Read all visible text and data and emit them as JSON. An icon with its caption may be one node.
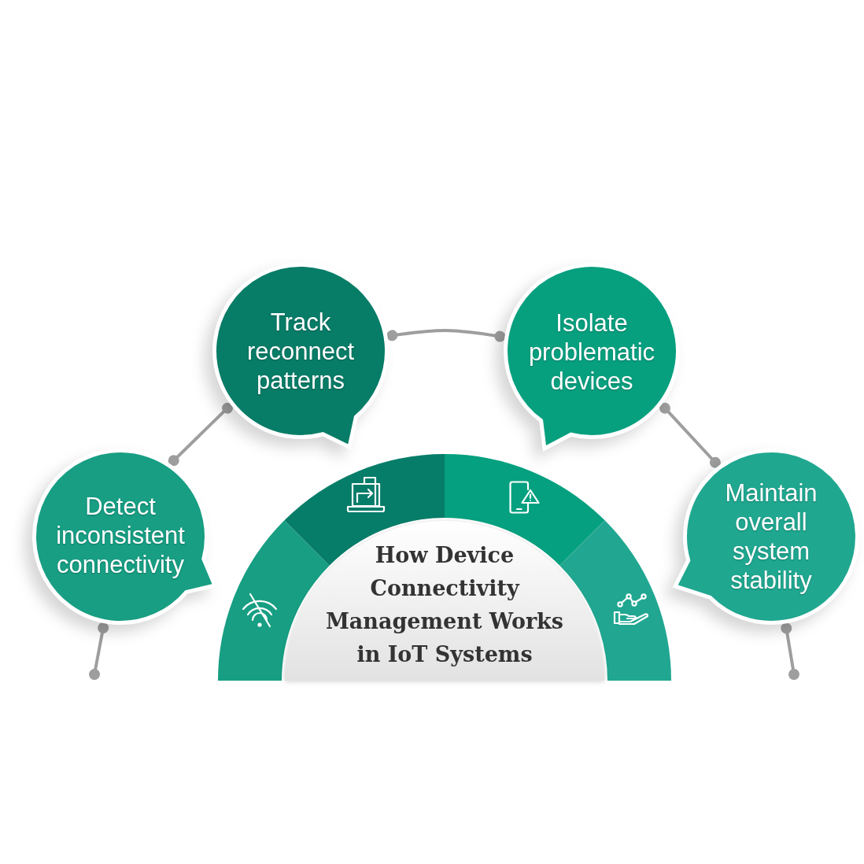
{
  "diagram": {
    "nodes": [
      {
        "text": [
          "How Device Connectivity Management Works in IoT Systems"
        ]
      },
      {
        "text": [
          "Detect inconsistent connectivity"
        ]
      },
      {
        "text": [
          "Track reconnect patterns"
        ]
      },
      {
        "text": [
          "Isolate problematic devices"
        ]
      },
      {
        "text": [
          "Maintain overall system stability"
        ]
      }
    ],
    "edges": [
      {
        "from": null,
        "to": 1,
        "arrow": "other"
      },
      {
        "from": 1,
        "to": 2,
        "arrow": "other"
      },
      {
        "from": 2,
        "to": 3,
        "arrow": "other"
      },
      {
        "from": 3,
        "to": 4,
        "arrow": "other"
      },
      {
        "from": 4,
        "to": null,
        "arrow": "other"
      }
    ]
  }
}
